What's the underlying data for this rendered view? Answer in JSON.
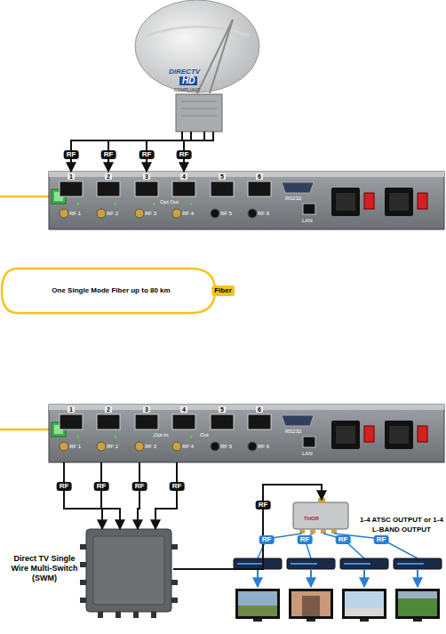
{
  "diagram": {
    "nodes": [
      {
        "text": [
          "DIRECTV",
          "HD",
          "COMPLIANT"
        ]
      },
      {
        "text": [
          "1",
          "2",
          "3",
          "4",
          "5",
          "6",
          "RF 1",
          "RF 2",
          "RF 3",
          "RF 4",
          "RF 5",
          "RF 6",
          "Opt Out",
          "RS232",
          "LAN"
        ]
      },
      {
        "text": [
          "1",
          "2",
          "3",
          "4",
          "5",
          "6",
          "RF 1",
          "RF 2",
          "RF 3",
          "RF 4",
          "RF 5",
          "RF 6",
          "Opt In",
          "Out",
          "RS232",
          "LAN"
        ]
      },
      {
        "text": [
          "Direct TV Single Wire Multi-Switch (SWM)"
        ]
      },
      {
        "text": [
          "THOR",
          "1-4 ATSC OUTPUT or 1-4 L-BAND OUTPUT"
        ]
      }
    ],
    "edges": [
      {
        "from": 0,
        "to": 1,
        "label": "RF",
        "arrow": "to"
      },
      {
        "from": 0,
        "to": 1,
        "label": "RF",
        "arrow": "to"
      },
      {
        "from": 0,
        "to": 1,
        "label": "RF",
        "arrow": "to"
      },
      {
        "from": 0,
        "to": 1,
        "label": "RF",
        "arrow": "to"
      },
      {
        "from": 2,
        "to": 3,
        "label": "RF",
        "arrow": "to"
      },
      {
        "from": 2,
        "to": 3,
        "label": "RF",
        "arrow": "to"
      },
      {
        "from": 2,
        "to": 3,
        "label": "RF",
        "arrow": "to"
      },
      {
        "from": 2,
        "to": 3,
        "label": "RF",
        "arrow": "to"
      },
      {
        "from": 3,
        "to": 4,
        "label": "RF",
        "arrow": "to"
      }
    ],
    "labels": [
      "One Single Mode Fiber up to 80 km",
      "Fiber",
      "RF",
      "RF",
      "RF",
      "RF"
    ]
  }
}
